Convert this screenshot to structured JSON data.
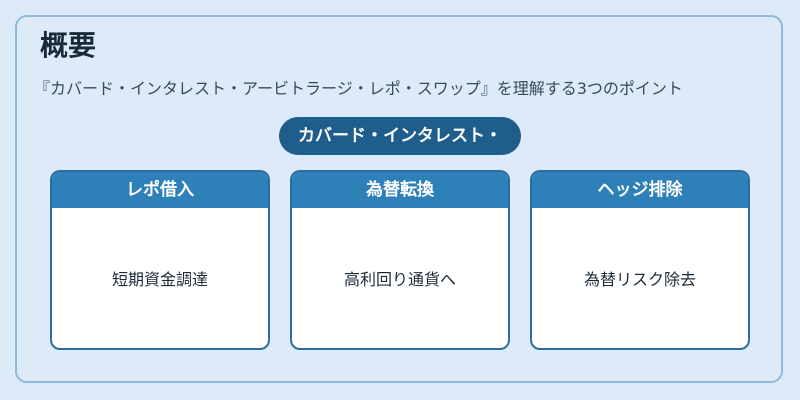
{
  "title": "概要",
  "subtitle": "『カバード・インタレスト・アービトラージ・レポ・スワップ』を理解する3つのポイント",
  "pill_label": "カバード・インタレスト・",
  "cards": [
    {
      "heading": "レポ借入",
      "body": "短期資金調達"
    },
    {
      "heading": "為替転換",
      "body": "高利回り通貨へ"
    },
    {
      "heading": "ヘッジ排除",
      "body": "為替リスク除去"
    }
  ],
  "colors": {
    "background": "#dbeaf6",
    "panel_border": "#8ebbdd",
    "pill": "#1f5e8c",
    "card_header": "#2d80b8",
    "card_border": "#2c6f9e"
  }
}
